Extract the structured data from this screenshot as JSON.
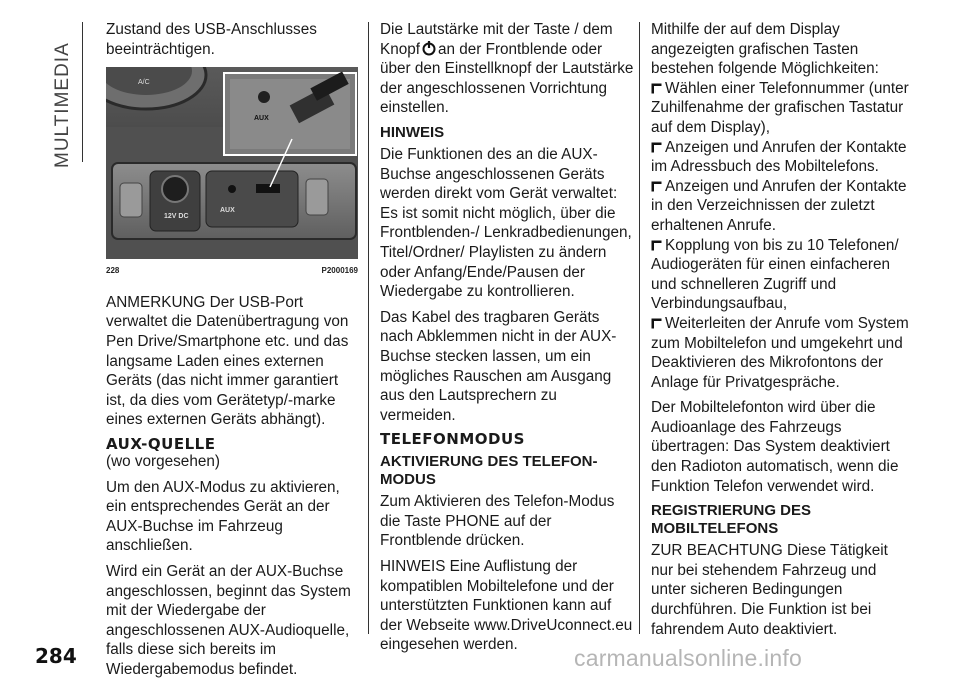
{
  "side_label": "MULTIMEDIA",
  "page_number": "284",
  "watermark": "carmanualsonline.info",
  "col1": {
    "intro": "Zustand des USB-Anschlusses beeinträchtigen.",
    "figure": {
      "number": "228",
      "code": "P2000169",
      "labels": {
        "ac": "A/C",
        "aux_top": "AUX",
        "dc": "12V DC",
        "aux_bottom": "AUX"
      }
    },
    "note": "ANMERKUNG Der USB-Port verwaltet die Datenübertragung von Pen Drive/Smartphone etc. und das langsame Laden eines externen Geräts (das nicht immer garantiert ist, da dies vom Gerätetyp/-marke eines externen Geräts abhängt).",
    "aux_heading": "AUX-QUELLE",
    "aux_sub": "(wo vorgesehen)",
    "aux_p1": "Um den AUX-Modus zu aktivieren, ein entsprechendes Gerät an der AUX-Buchse im Fahrzeug anschließen.",
    "aux_p2": "Wird ein Gerät an der AUX-Buchse angeschlossen, beginnt das System mit der Wiedergabe der angeschlossenen AUX-Audioquelle, falls diese sich bereits im Wiedergabemodus befindet."
  },
  "col2": {
    "p1_a": "Die Lautstärke mit der Taste / dem Knopf",
    "p1_b": "an der Frontblende oder über den Einstellknopf der Lautstärke der angeschlossenen Vorrichtung einstellen.",
    "hinweis_heading": "HINWEIS",
    "hinweis_p1": "Die Funktionen des an die AUX-Buchse angeschlossenen Geräts werden direkt vom Gerät verwaltet: Es ist somit nicht möglich, über die Frontblenden-/ Lenkradbedienungen, Titel/Ordner/ Playlisten zu ändern oder Anfang/Ende/Pausen der Wiedergabe zu kontrollieren.",
    "hinweis_p2": "Das Kabel des tragbaren Geräts nach Abklemmen nicht in der AUX-Buchse stecken lassen, um ein mögliches Rauschen am Ausgang aus den Lautsprechern zu vermeiden.",
    "tel_heading": "TELEFONMODUS",
    "akt_heading": "AKTIVIERUNG DES TELEFON-MODUS",
    "akt_p1": "Zum Aktivieren des Telefon-Modus die Taste PHONE auf der Frontblende drücken.",
    "akt_p2": "HINWEIS Eine Auflistung der kompatiblen Mobiltelefone und der unterstützten Funktionen kann auf der Webseite www.DriveUconnect.eu eingesehen werden."
  },
  "col3": {
    "intro": "Mithilfe der auf dem Display angezeigten grafischen Tasten bestehen folgende Möglichkeiten:",
    "bullets": [
      "Wählen einer Telefonnummer (unter Zuhilfenahme der grafischen Tastatur auf dem Display),",
      "Anzeigen und Anrufen der Kontakte im Adressbuch des Mobiltelefons.",
      "Anzeigen und Anrufen der Kontakte in den Verzeichnissen der zuletzt erhaltenen Anrufe.",
      "Kopplung von bis zu 10 Telefonen/ Audiogeräten für einen einfacheren und schnelleren Zugriff und Verbindungsaufbau,",
      "Weiterleiten der Anrufe vom System zum Mobiltelefon und umgekehrt und Deaktivieren des Mikrofontons der Anlage für Privatgespräche."
    ],
    "p_tone": "Der Mobiltelefonton wird über die Audioanlage des Fahrzeugs übertragen: Das System deaktiviert den Radioton automatisch, wenn die Funktion Telefon verwendet wird.",
    "reg_heading": "REGISTRIERUNG DES MOBILTELEFONS",
    "reg_p": "ZUR BEACHTUNG Diese Tätigkeit nur bei stehendem Fahrzeug und unter sicheren Bedingungen durchführen. Die Funktion ist bei fahrendem Auto deaktiviert."
  }
}
